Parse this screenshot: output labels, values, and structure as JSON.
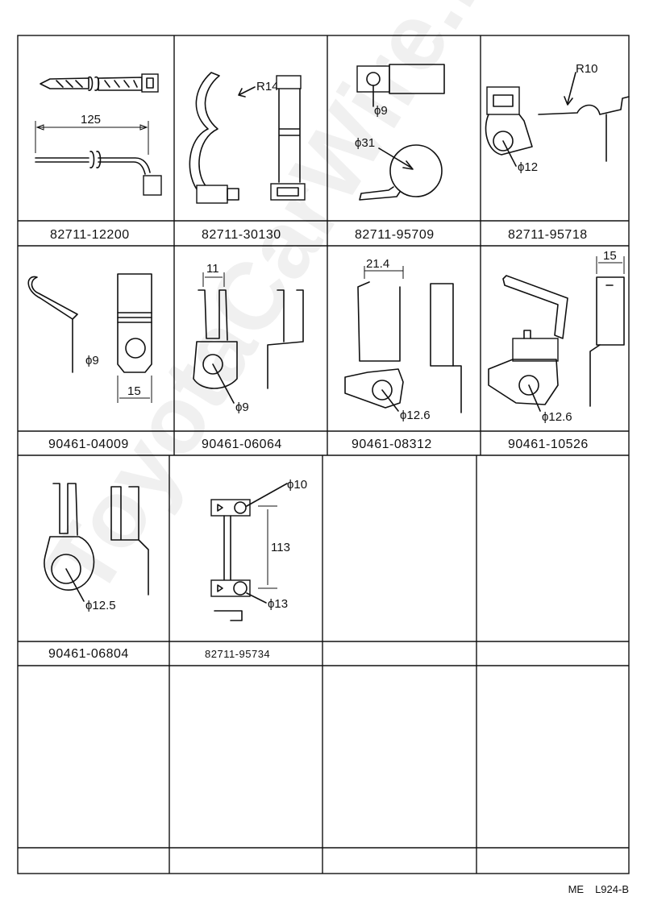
{
  "document": {
    "code_left": "ME",
    "code_right": "L924-B",
    "watermark": "ToyotaCarWire.ru"
  },
  "parts": [
    {
      "part_number": "82711-12200",
      "dimensions": [
        "125"
      ]
    },
    {
      "part_number": "82711-30130",
      "dimensions": [
        "R14"
      ]
    },
    {
      "part_number": "82711-95709",
      "dimensions": [
        "ϕ9",
        "ϕ31"
      ]
    },
    {
      "part_number": "82711-95718",
      "dimensions": [
        "R10",
        "ϕ12"
      ]
    },
    {
      "part_number": "90461-04009",
      "dimensions": [
        "ϕ9",
        "15"
      ]
    },
    {
      "part_number": "90461-06064",
      "dimensions": [
        "11",
        "ϕ9"
      ]
    },
    {
      "part_number": "90461-08312",
      "dimensions": [
        "21.4",
        "ϕ12.6"
      ]
    },
    {
      "part_number": "90461-10526",
      "dimensions": [
        "15",
        "ϕ12.6"
      ]
    },
    {
      "part_number": "90461-06804",
      "dimensions": [
        "ϕ12.5"
      ]
    },
    {
      "part_number": "82711-95734",
      "dimensions": [
        "ϕ10",
        "113",
        "ϕ13"
      ]
    }
  ]
}
